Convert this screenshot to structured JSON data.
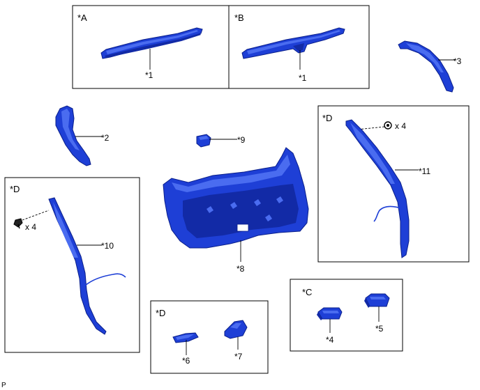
{
  "boxes": {
    "A": "*A",
    "B": "*B",
    "C": "*C",
    "D_left": "*D",
    "D_right": "*D",
    "D_bottom": "*D"
  },
  "callouts": {
    "c1a": "*1",
    "c1b": "*1",
    "c2": "*2",
    "c3": "*3",
    "c4": "*4",
    "c5": "*5",
    "c6": "*6",
    "c7": "*7",
    "c8": "*8",
    "c9": "*9",
    "c10": "*10",
    "c11": "*11"
  },
  "quantities": {
    "left_clip": "x 4",
    "right_clip": "x 4"
  },
  "footer_code": "P",
  "colors": {
    "part_blue": "#1e3fd6",
    "outline": "#000000"
  },
  "icons": [
    "clip-icon",
    "grommet-icon"
  ]
}
